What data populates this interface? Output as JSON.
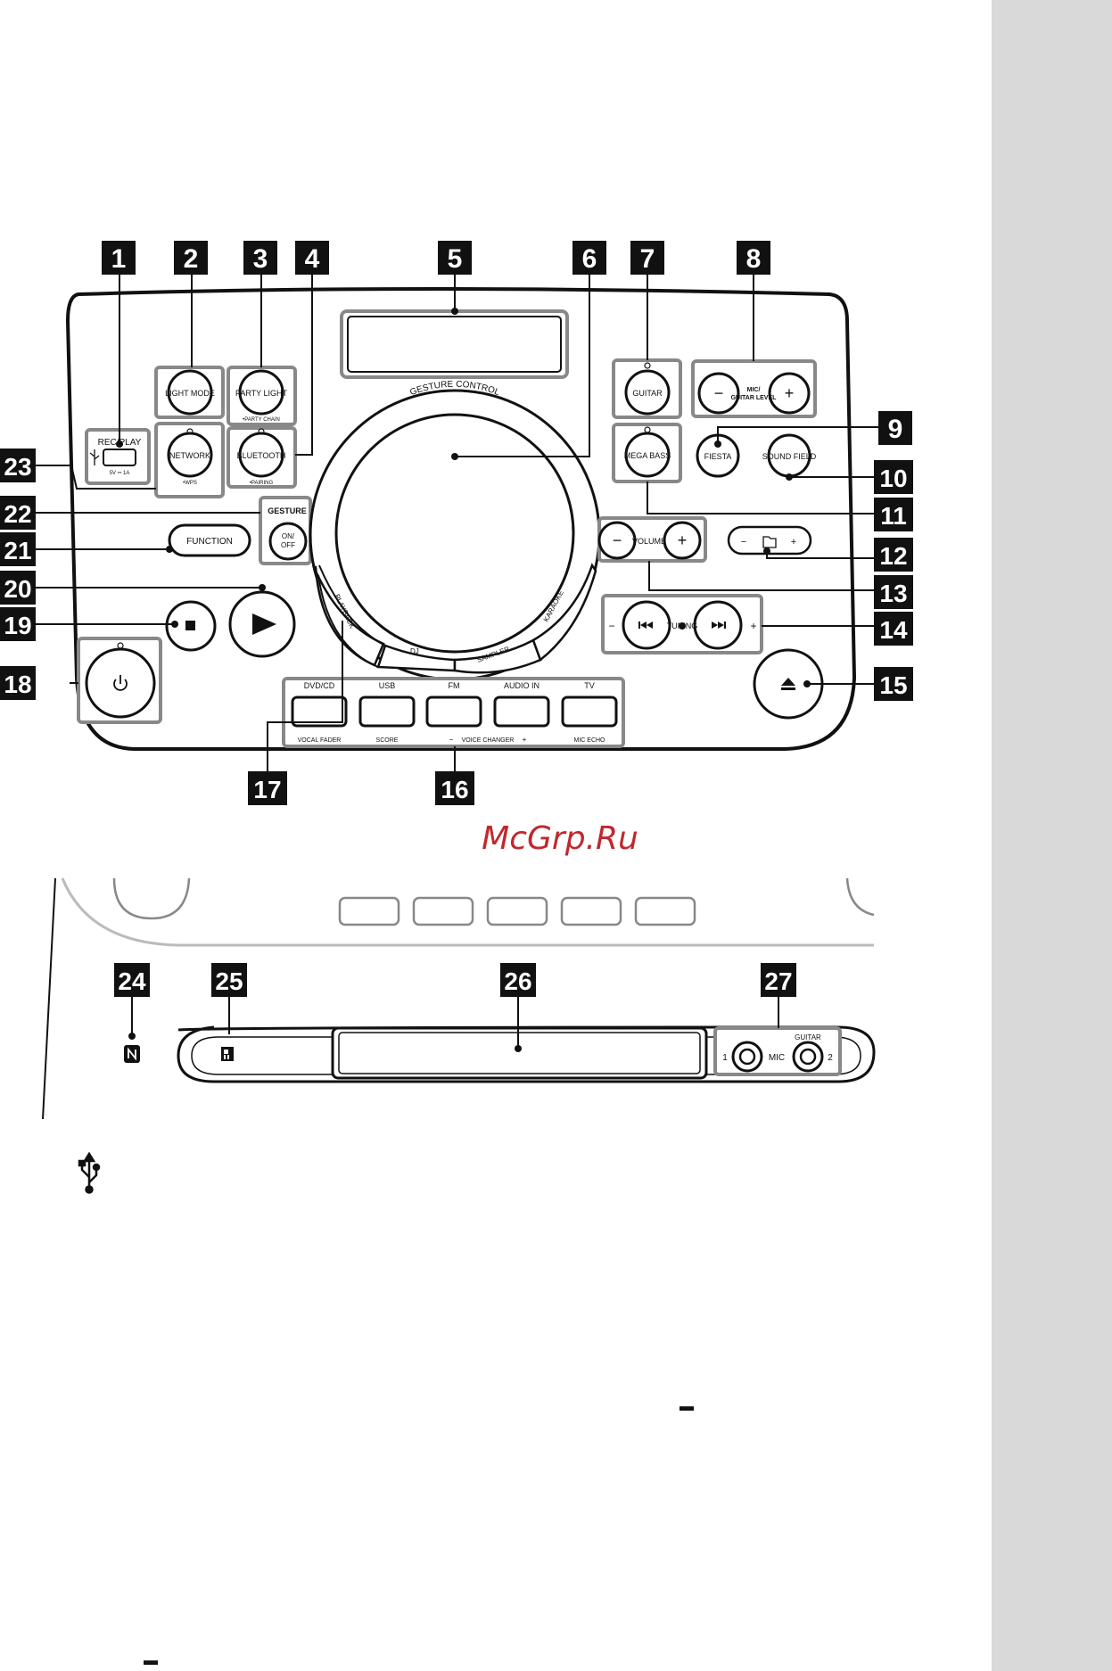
{
  "watermark": "McGrp.Ru",
  "colors": {
    "sidebar": "#d9d9d9",
    "ink": "#111111",
    "watermark": "#c0282d",
    "panel_border": "#888888"
  },
  "callouts": [
    "1",
    "2",
    "3",
    "4",
    "5",
    "6",
    "7",
    "8",
    "9",
    "10",
    "11",
    "12",
    "13",
    "14",
    "15",
    "16",
    "17",
    "18",
    "19",
    "20",
    "21",
    "22",
    "23",
    "24",
    "25",
    "26",
    "27"
  ],
  "top_panel": {
    "rec_play": "REC/PLAY",
    "usb_rating": "5V ⎓ 1A",
    "light_mode": "LIGHT MODE",
    "party_light": "PARTY LIGHT",
    "party_chain": "•PARTY CHAIN",
    "network": "NETWORK",
    "wps": "•WPS",
    "bluetooth": "BLUETOOTH",
    "pairing": "•PAIRING",
    "gesture": "GESTURE",
    "on_off_1": "ON/",
    "on_off_2": "OFF",
    "function": "FUNCTION",
    "gesture_control": "GESTURE CONTROL",
    "playback": "PLAYBACK",
    "dj": "DJ",
    "sampler": "SAMPLER",
    "karaoke": "KARAOKE",
    "guitar": "GUITAR",
    "mega_bass": "MEGA BASS",
    "mic_level_1": "MIC/",
    "mic_level_2": "GUITAR LEVEL",
    "fiesta": "FIESTA",
    "sound_field": "SOUND FIELD",
    "volume": "VOLUME",
    "tuning": "TUNING",
    "minus": "−",
    "plus": "+",
    "prev_symbol": "⏮",
    "next_symbol": "⏭",
    "eject_symbol": "⏏",
    "play_symbol": "▶",
    "stop_symbol": "■",
    "power_symbol": "⏻",
    "folder_symbol": "🗀",
    "func_buttons": [
      {
        "top": "DVD/CD",
        "bottom": "VOCAL FADER"
      },
      {
        "top": "USB",
        "bottom": "SCORE"
      },
      {
        "top": "FM",
        "bottom": ""
      },
      {
        "top": "AUDIO IN",
        "bottom": ""
      },
      {
        "top": "TV",
        "bottom": "MIC ECHO"
      }
    ],
    "voice_changer": "VOICE CHANGER"
  },
  "front_panel": {
    "mic": "MIC",
    "guitar": "GUITAR",
    "jack1": "1",
    "jack2": "2"
  },
  "footer_icons": {
    "usb": "usb-icon",
    "nfc": "nfc-icon",
    "remote_sensor": "remote-sensor-icon"
  },
  "dashes": [
    "▬",
    "▬"
  ]
}
